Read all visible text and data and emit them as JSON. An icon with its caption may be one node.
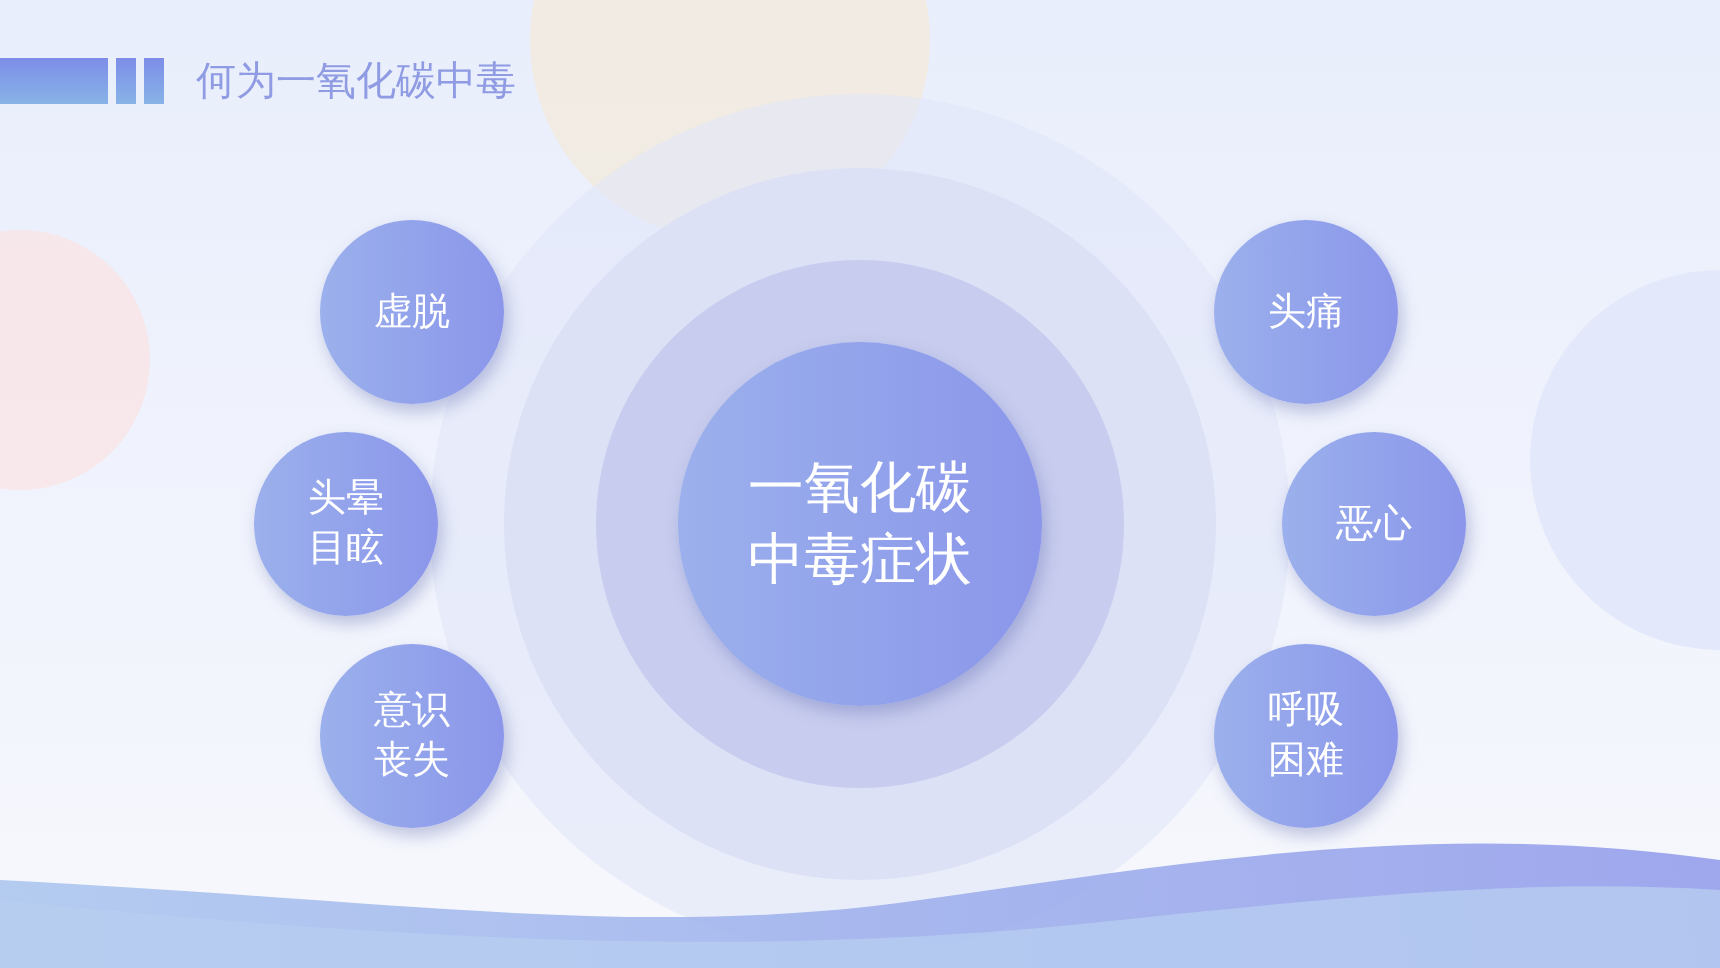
{
  "diagram": {
    "title": "何为一氧化碳中毒",
    "nodes": [
      {
        "text": [
          "一氧化碳中毒症状"
        ]
      },
      {
        "text": [
          "虚脱"
        ]
      },
      {
        "text": [
          "头晕目眩"
        ]
      },
      {
        "text": [
          "意识丧失"
        ]
      },
      {
        "text": [
          "头痛"
        ]
      },
      {
        "text": [
          "恶心"
        ]
      },
      {
        "text": [
          "呼吸困难"
        ]
      }
    ]
  }
}
